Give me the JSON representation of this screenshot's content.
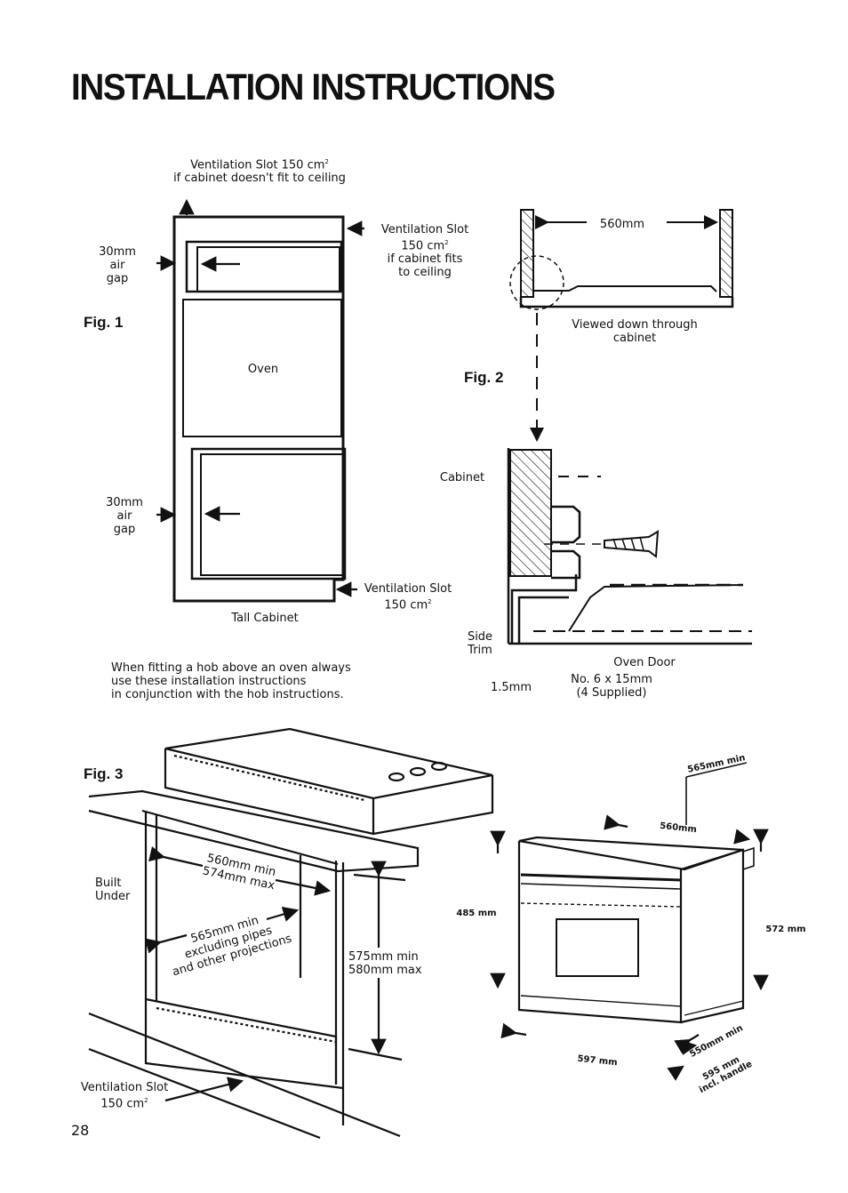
{
  "title": "INSTALLATION INSTRUCTIONS",
  "page_number": "28",
  "fig1": {
    "label": "Fig. 1",
    "vent_top": {
      "line1": "Ventilation Slot 150 cm",
      "sup": "2",
      "line2": "if cabinet doesn't fit to ceiling"
    },
    "vent_right": {
      "line1": "Ventilation Slot",
      "line2": "150 cm",
      "sup": "2",
      "line3": "if cabinet fits",
      "line4": "to ceiling"
    },
    "air_gap_top": [
      "30mm",
      "air",
      "gap"
    ],
    "air_gap_bottom": [
      "30mm",
      "air",
      "gap"
    ],
    "oven": "Oven",
    "vent_bottom": {
      "line1": "Ventilation Slot",
      "line2": "150 cm",
      "sup": "2"
    },
    "tall_cabinet": "Tall Cabinet"
  },
  "hob_note": [
    "When fitting a hob above an oven always",
    "use these installation instructions",
    "in conjunction with the hob instructions."
  ],
  "fig2": {
    "label": "Fig. 2",
    "width": "560mm",
    "viewed": [
      "Viewed down through",
      "cabinet"
    ],
    "cabinet": "Cabinet",
    "side_trim": [
      "Side",
      "Trim"
    ],
    "oven_door": "Oven Door",
    "thickness": "1.5mm",
    "screws": [
      "No. 6 x 15mm",
      "(4 Supplied)"
    ]
  },
  "fig3": {
    "label": "Fig. 3",
    "built_under": [
      "Built",
      "Under"
    ],
    "width_dim": [
      "560mm min",
      "574mm max"
    ],
    "depth_dim": [
      "565mm min",
      "excluding pipes",
      "and other projections"
    ],
    "height_dim": [
      "575mm min",
      "580mm max"
    ],
    "vent": {
      "line1": "Ventilation Slot",
      "line2": "150 cm",
      "sup": "2"
    }
  },
  "oven_dims": {
    "d565": "565mm min",
    "d560": "560mm",
    "d485": "485 mm",
    "d572": "572 mm",
    "d550": "550mm min",
    "d597": "597 mm",
    "d595": [
      "595 mm",
      "incl. handle"
    ]
  }
}
